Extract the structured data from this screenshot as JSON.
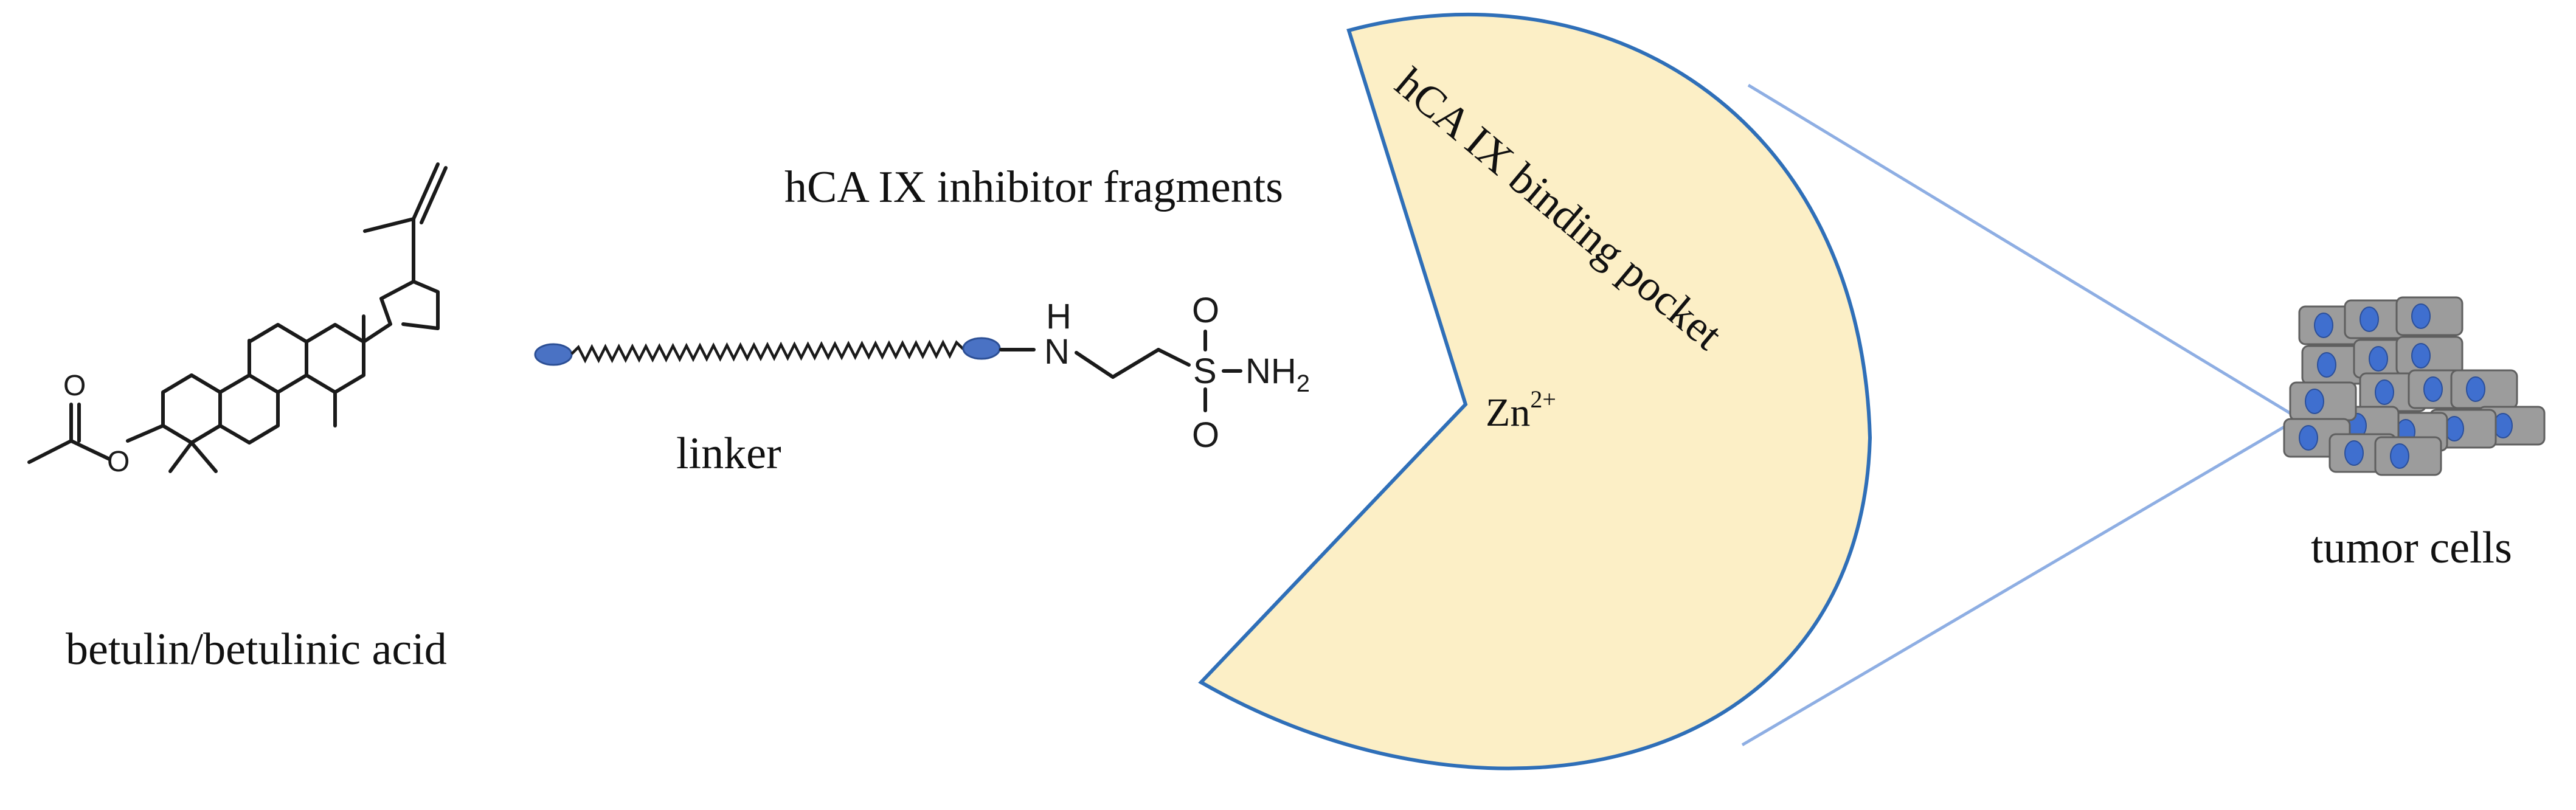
{
  "labels": {
    "betulin": "betulin/betulinic acid",
    "linker": "linker",
    "inhibitor_fragments": "hCA IX inhibitor  fragments",
    "binding_pocket": "hCA IX  binding pocket",
    "zinc": "Zn",
    "zinc_charge": "2+",
    "tumor_cells": "tumor cells"
  },
  "sulfonamide": {
    "nh": "H",
    "n": "N",
    "s": "S",
    "o_top": "O",
    "o_bottom": "O",
    "nh2": "NH",
    "nh2_sub": "2"
  },
  "betulin_atoms": {
    "carbonyl_o": "O",
    "ester_o": "O"
  },
  "colors": {
    "pocket_fill": "#fcefc6",
    "pocket_stroke": "#2f6fb8",
    "ellipse_blue": "#4a72c4",
    "cell_gray": "#9c9c9c",
    "cell_nucleus": "#3f6fcf",
    "cone_line": "#8eaee3",
    "bond_black": "#1a1a1a"
  }
}
